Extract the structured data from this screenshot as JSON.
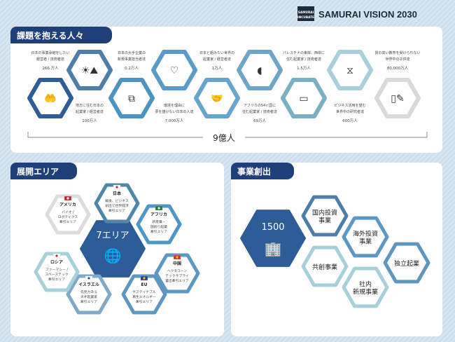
{
  "header": {
    "logo_line1": "SAMURAI",
    "logo_line2": "INCUBATE",
    "title": "SAMURAI VISION 2030"
  },
  "issues": {
    "title": "課題を抱える人々",
    "total": "9億人",
    "groups": [
      {
        "lines": [
          "日本の事業承継をしたい",
          "経営者 / 技術者達"
        ],
        "count": "266 万人",
        "icon": "caring-hands-icon",
        "color": "#2d5c96"
      },
      {
        "lines": [
          "地方に住む日本の",
          "起業家 / 経営者達"
        ],
        "count": "100万人",
        "icon": "mountains-sun-icon",
        "color": "#4d7fa9"
      },
      {
        "lines": [
          "日本の大手企業の",
          "新規事業担当者達"
        ],
        "count": "0.2万人",
        "icon": "puzzle-meeting-icon",
        "color": "#4a93c2"
      },
      {
        "lines": [
          "環境を理由に",
          "夢を描けない日本の人達"
        ],
        "count": "7,000万人",
        "icon": "heart-hand-icon",
        "color": "#5a9bc8"
      },
      {
        "lines": [
          "日本と組みたい世界の",
          "起業家 / 経営者達"
        ],
        "count": "1万人",
        "icon": "handshake-icon",
        "color": "#67a6cc"
      },
      {
        "lines": [
          "アフリカの54ヶ国に",
          "住む起業家 / 技術者達"
        ],
        "count": "69万人",
        "icon": "africa-map-icon",
        "color": "#6ea6c9"
      },
      {
        "lines": [
          "パレスチナの東岸、西岸に",
          "住む起業家 / 技術者達"
        ],
        "count": "1.5万人",
        "icon": "cash-register-icon",
        "color": "#79b0c4"
      },
      {
        "lines": [
          "ビジネス活用を望む",
          "世界中の研究者達"
        ],
        "count": "600万人",
        "icon": "dna-icon",
        "color": "#a9d0da"
      },
      {
        "lines": [
          "質の高い教育を受けられない",
          "世界中の子供達"
        ],
        "count": "80,000万人",
        "icon": "notebook-pencil-icon",
        "color": "#d9d9d9"
      }
    ]
  },
  "areas": {
    "title": "展開エリア",
    "center": "7エリア",
    "center_icon": "globe-handshake-icon",
    "items": [
      {
        "name": "日本",
        "lines": [
          "戦後、ビジネス",
          "創出で世界経済",
          "牽引エリア"
        ],
        "flag": "japan-flag-icon",
        "color": "#4f87aa"
      },
      {
        "name": "アフリカ",
        "lines": [
          "新産業・",
          "国創り起業",
          "牽引エリア"
        ],
        "flag": "africa-flag-icon",
        "color": "#4d97c4"
      },
      {
        "name": "中国",
        "lines": [
          "ヘクタコーン",
          "テックサプライ",
          "輩出牽引エリア"
        ],
        "flag": "china-flag-icon",
        "color": "#5b98c3"
      },
      {
        "name": "EU",
        "lines": [
          "サステイナブル",
          "再生エネルギー",
          "牽引エリア"
        ],
        "flag": "eu-flag-icon",
        "color": "#5d96bf"
      },
      {
        "name": "イスラエル",
        "lines": [
          "先見力ある",
          "天才起業家",
          "牽引エリア"
        ],
        "flag": "israel-flag-icon",
        "color": "#7fa9c6"
      },
      {
        "name": "ロシア",
        "lines": [
          "ファーマシー /",
          "スペーステック",
          "牽引エリア"
        ],
        "flag": "russia-flag-icon",
        "color": "#a8d0da"
      },
      {
        "name": "アメリカ",
        "lines": [
          "バイオ /",
          "ロボティクス",
          "牽引エリア"
        ],
        "flag": "usa-flag-icon",
        "color": "#dcdcdc"
      }
    ]
  },
  "business": {
    "title": "事業創出",
    "center": "1500",
    "center_icon": "buildings-icon",
    "items": [
      {
        "lines": [
          "国内投資",
          "事業"
        ],
        "color": "#4d7fa9"
      },
      {
        "lines": [
          "海外投資",
          "事業"
        ],
        "color": "#5b98c3"
      },
      {
        "lines": [
          "共創事業"
        ],
        "color": "#a8d0da"
      },
      {
        "lines": [
          "独立起業"
        ],
        "color": "#5d96bf"
      },
      {
        "lines": [
          "社内",
          "新規事業"
        ],
        "color": "#a8d0da"
      }
    ]
  },
  "colors": {
    "navy": "#2d5c96",
    "title_tab": "#1e3f78"
  }
}
